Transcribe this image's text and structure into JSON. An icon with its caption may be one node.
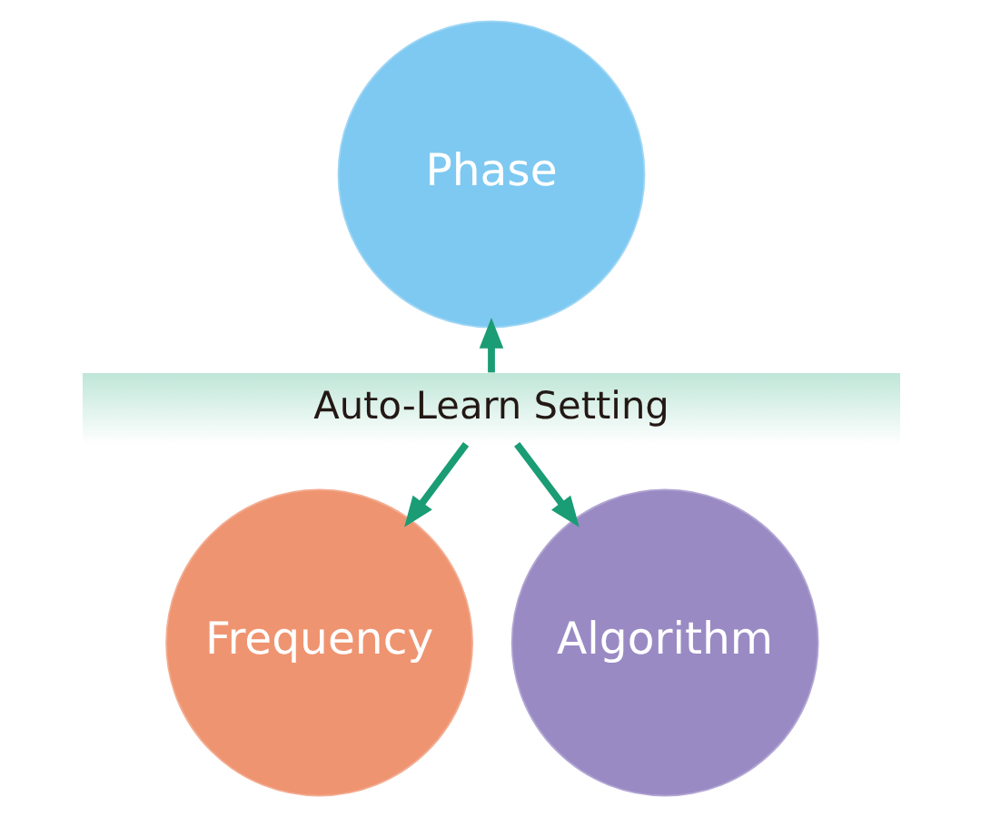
{
  "diagram": {
    "nodes": [
      {
        "text": [
          "Phase"
        ]
      },
      {
        "text": [
          "Auto-Learn Setting"
        ]
      },
      {
        "text": [
          "Frequency"
        ]
      },
      {
        "text": [
          "Algorithm"
        ]
      }
    ],
    "edges": [
      {
        "from": 1,
        "to": 0,
        "arrow": "to"
      },
      {
        "from": 1,
        "to": 2,
        "arrow": "to"
      },
      {
        "from": 1,
        "to": 3,
        "arrow": "to"
      }
    ]
  }
}
